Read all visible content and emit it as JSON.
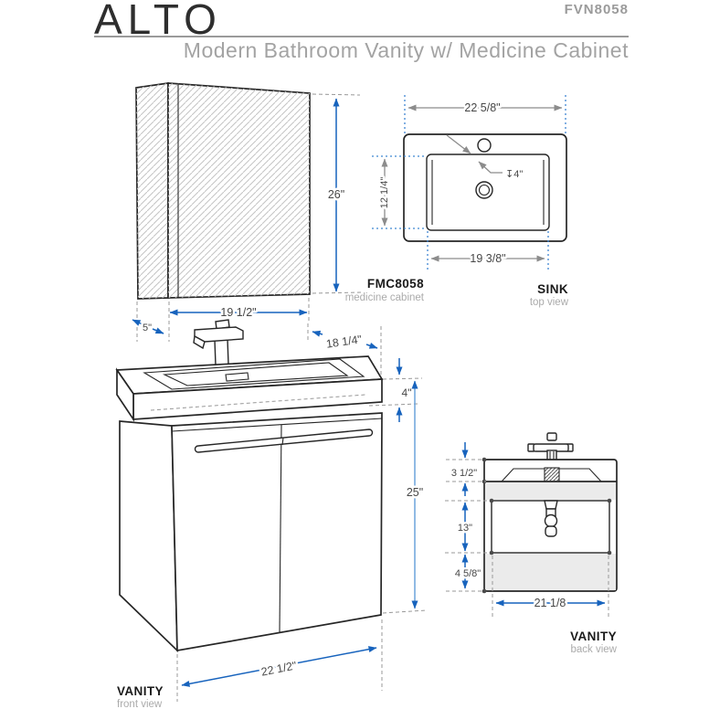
{
  "header": {
    "brand": "ALTO",
    "model": "FVN8058",
    "subtitle": "Modern Bathroom Vanity w/ Medicine Cabinet"
  },
  "medicine_cabinet": {
    "label": "FMC8058",
    "sublabel": "medicine cabinet",
    "height": "26\"",
    "width": "19 1/2\"",
    "depth": "5\""
  },
  "sink": {
    "label": "SINK",
    "sublabel": "top view",
    "overall_width": "22 5/8\"",
    "overall_depth": "12 1/4\"",
    "basin_width": "19 3/8\"",
    "basin_depth": "↧4\""
  },
  "vanity_front": {
    "label": "VANITY",
    "sublabel": "front view",
    "depth": "18 1/4\"",
    "counter_height": "4\"",
    "cabinet_height": "25\"",
    "width": "22 1/2\""
  },
  "vanity_back": {
    "label": "VANITY",
    "sublabel": "back view",
    "counter_section": "3 1/2\"",
    "open_section": "13\"",
    "base_section": "4 5/8\"",
    "inner_width": "21 1/8"
  },
  "colors": {
    "accent_blue": "#1763bd",
    "dotted_blue": "#3f86d2",
    "line_dark": "#262626",
    "dim_text": "#474747",
    "muted_gray": "#a3a3a3"
  }
}
